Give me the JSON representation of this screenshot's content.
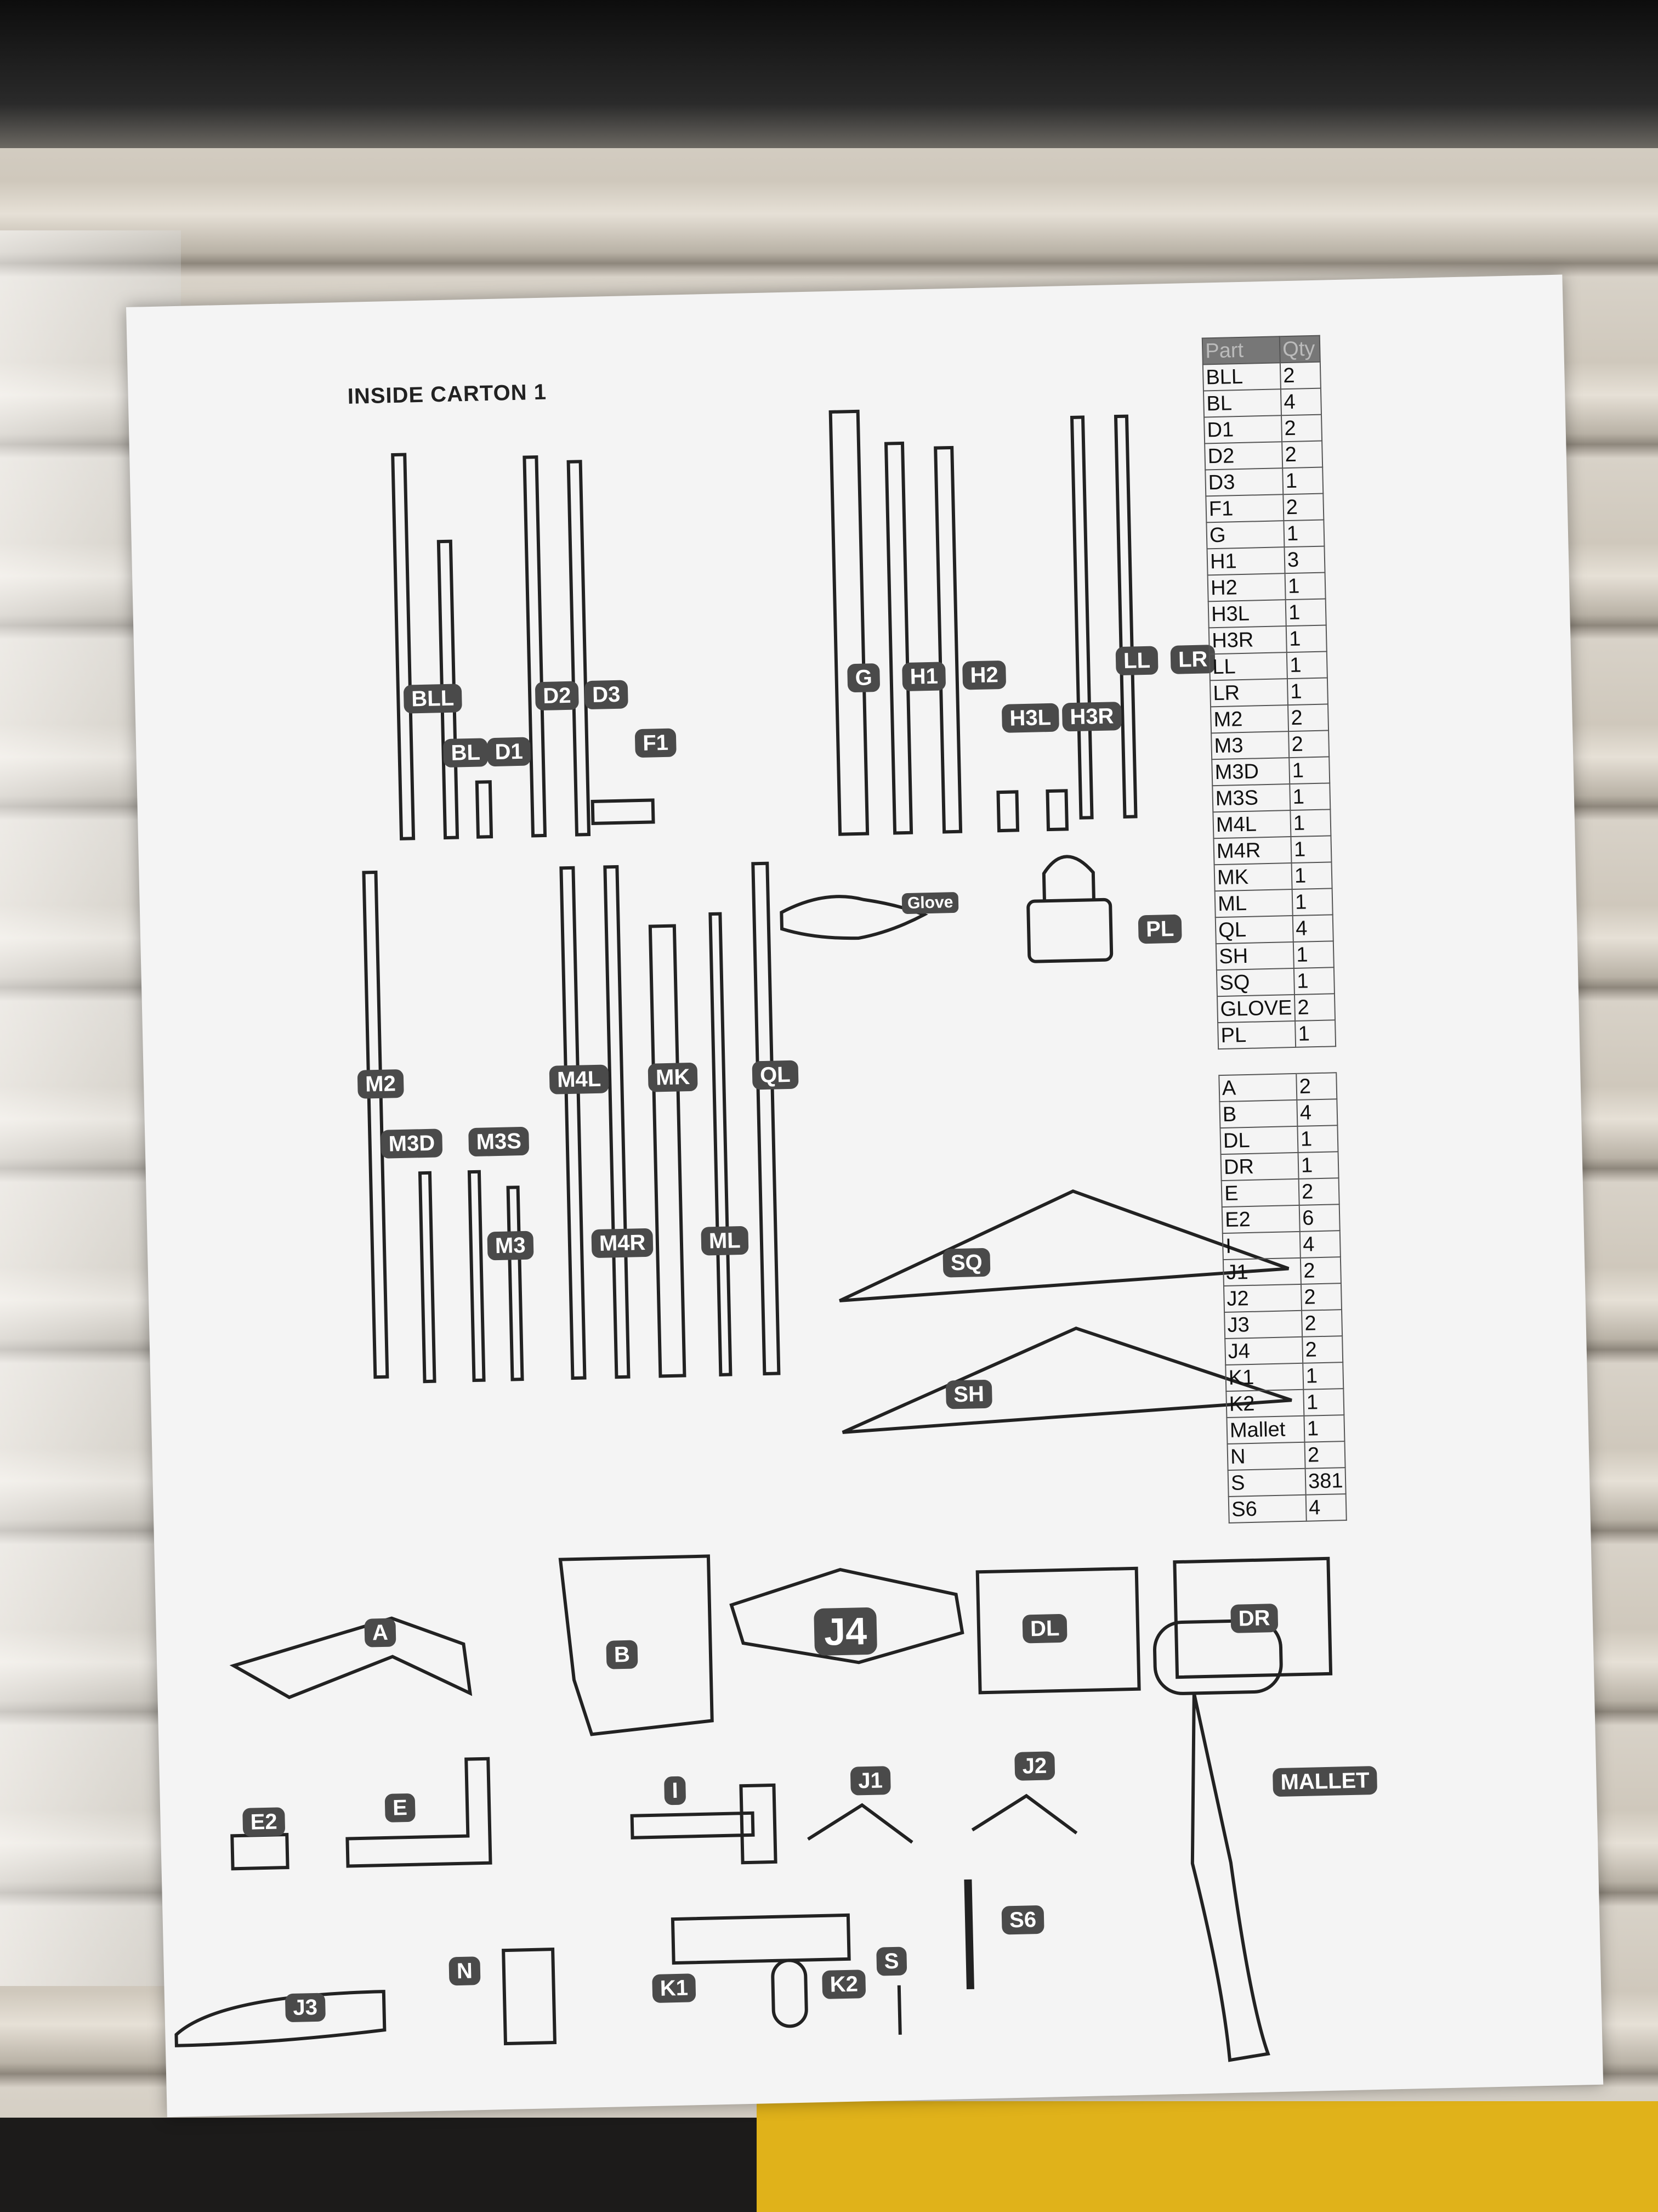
{
  "sheet": {
    "title": "INSIDE CARTON 1"
  },
  "labels": {
    "BLL": "BLL",
    "BL": "BL",
    "D1": "D1",
    "D2": "D2",
    "D3": "D3",
    "F1": "F1",
    "G": "G",
    "H1": "H1",
    "H2": "H2",
    "H3L": "H3L",
    "H3R": "H3R",
    "LL": "LL",
    "LR": "LR",
    "M2": "M2",
    "M3D": "M3D",
    "M3S": "M3S",
    "M3": "M3",
    "M4L": "M4L",
    "M4R": "M4R",
    "MK": "MK",
    "ML": "ML",
    "QL": "QL",
    "GLOVE": "Glove",
    "PL": "PL",
    "SQ": "SQ",
    "SH": "SH",
    "A": "A",
    "B": "B",
    "J4": "J4",
    "DL": "DL",
    "DR": "DR",
    "E2": "E2",
    "E": "E",
    "I": "I",
    "J1": "J1",
    "J2": "J2",
    "MALLET": "MALLET",
    "J3": "J3",
    "N": "N",
    "K1": "K1",
    "K2": "K2",
    "S": "S",
    "S6": "S6"
  },
  "parts_table": {
    "headers": [
      "Part",
      "Qty"
    ],
    "rows": [
      [
        "BLL",
        "2"
      ],
      [
        "BL",
        "4"
      ],
      [
        "D1",
        "2"
      ],
      [
        "D2",
        "2"
      ],
      [
        "D3",
        "1"
      ],
      [
        "F1",
        "2"
      ],
      [
        "G",
        "1"
      ],
      [
        "H1",
        "3"
      ],
      [
        "H2",
        "1"
      ],
      [
        "H3L",
        "1"
      ],
      [
        "H3R",
        "1"
      ],
      [
        "LL",
        "1"
      ],
      [
        "LR",
        "1"
      ],
      [
        "M2",
        "2"
      ],
      [
        "M3",
        "2"
      ],
      [
        "M3D",
        "1"
      ],
      [
        "M3S",
        "1"
      ],
      [
        "M4L",
        "1"
      ],
      [
        "M4R",
        "1"
      ],
      [
        "MK",
        "1"
      ],
      [
        "ML",
        "1"
      ],
      [
        "QL",
        "4"
      ],
      [
        "SH",
        "1"
      ],
      [
        "SQ",
        "1"
      ],
      [
        "GLOVE",
        "2"
      ],
      [
        "PL",
        "1"
      ]
    ],
    "rows2": [
      [
        "A",
        "2"
      ],
      [
        "B",
        "4"
      ],
      [
        "DL",
        "1"
      ],
      [
        "DR",
        "1"
      ],
      [
        "E",
        "2"
      ],
      [
        "E2",
        "6"
      ],
      [
        "I",
        "4"
      ],
      [
        "J1",
        "2"
      ],
      [
        "J2",
        "2"
      ],
      [
        "J3",
        "2"
      ],
      [
        "J4",
        "2"
      ],
      [
        "K1",
        "1"
      ],
      [
        "K2",
        "1"
      ],
      [
        "Mallet",
        "1"
      ],
      [
        "N",
        "2"
      ],
      [
        "S",
        "381"
      ],
      [
        "S6",
        "4"
      ]
    ]
  },
  "colors": {
    "tag_bg": "#4a4a4a",
    "paper": "#f4f4f4",
    "line": "#222222"
  }
}
